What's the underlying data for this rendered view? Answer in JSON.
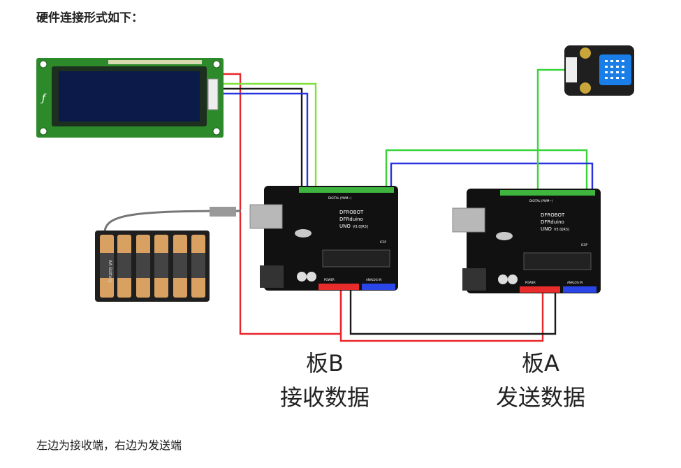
{
  "heading": "硬件连接形式如下：",
  "caption": "左边为接收端，右边为发送端",
  "board_b": {
    "label": "板B",
    "role": "接收数据",
    "brand1": "DFROBOT",
    "brand2": "DFRduino",
    "brand3": "UNO",
    "brand_ver": "V3.0[R3]",
    "digital": "DIGITAL (PWM~)",
    "power": "POWER",
    "analog": "ANALOG IN",
    "icsp": "ICSP"
  },
  "board_a": {
    "label": "板A",
    "role": "发送数据",
    "brand1": "DFROBOT",
    "brand2": "DFRduino",
    "brand3": "UNO",
    "brand_ver": "V3.0[R3]",
    "digital": "DIGITAL (PWM~)",
    "power": "POWER",
    "analog": "ANALOG IN",
    "icsp": "ICSP"
  },
  "battery": {
    "cell_text": "AA Battery"
  },
  "colors": {
    "red_wire": "#e8262b",
    "black_wire": "#1a1a1a",
    "green_wire": "#38d43a",
    "blue_wire": "#2832e0",
    "light_green_wire": "#7ee03a",
    "lcd_board": "#2d8a2a",
    "lcd_screen": "#0c1a4a"
  }
}
